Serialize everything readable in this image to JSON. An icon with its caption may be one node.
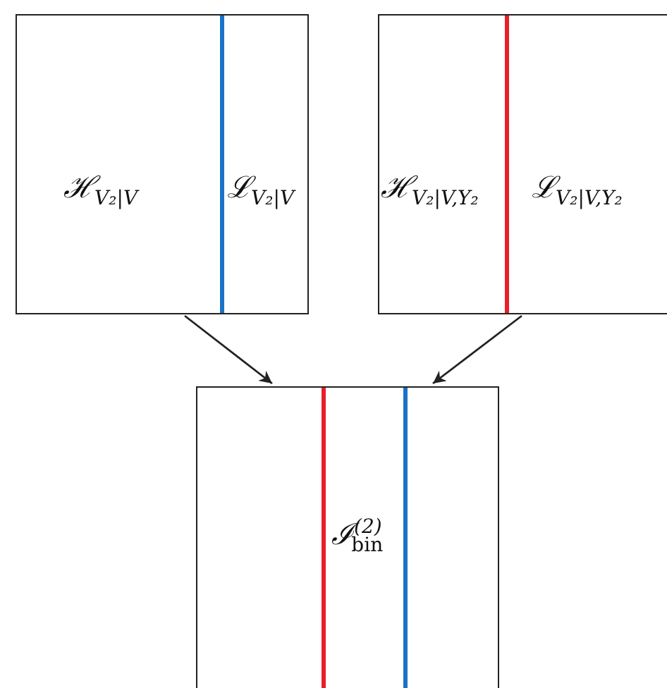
{
  "diagram": {
    "nodes": [
      {
        "text": [
          "ℋ$_{V₂|V}$",
          "ℒ$_{V₂|V}$"
        ]
      },
      {
        "text": [
          "ℋ$_{V₂|V,Y₂}$",
          "ℒ$_{V₂|V,Y₂}$"
        ]
      },
      {
        "text": [
          "ℐ$^{(2)}$$_{bin}$"
        ]
      }
    ],
    "edges": [
      {
        "from": 0,
        "to": 2,
        "arrow": "to"
      },
      {
        "from": 1,
        "to": 2,
        "arrow": "to"
      }
    ]
  }
}
